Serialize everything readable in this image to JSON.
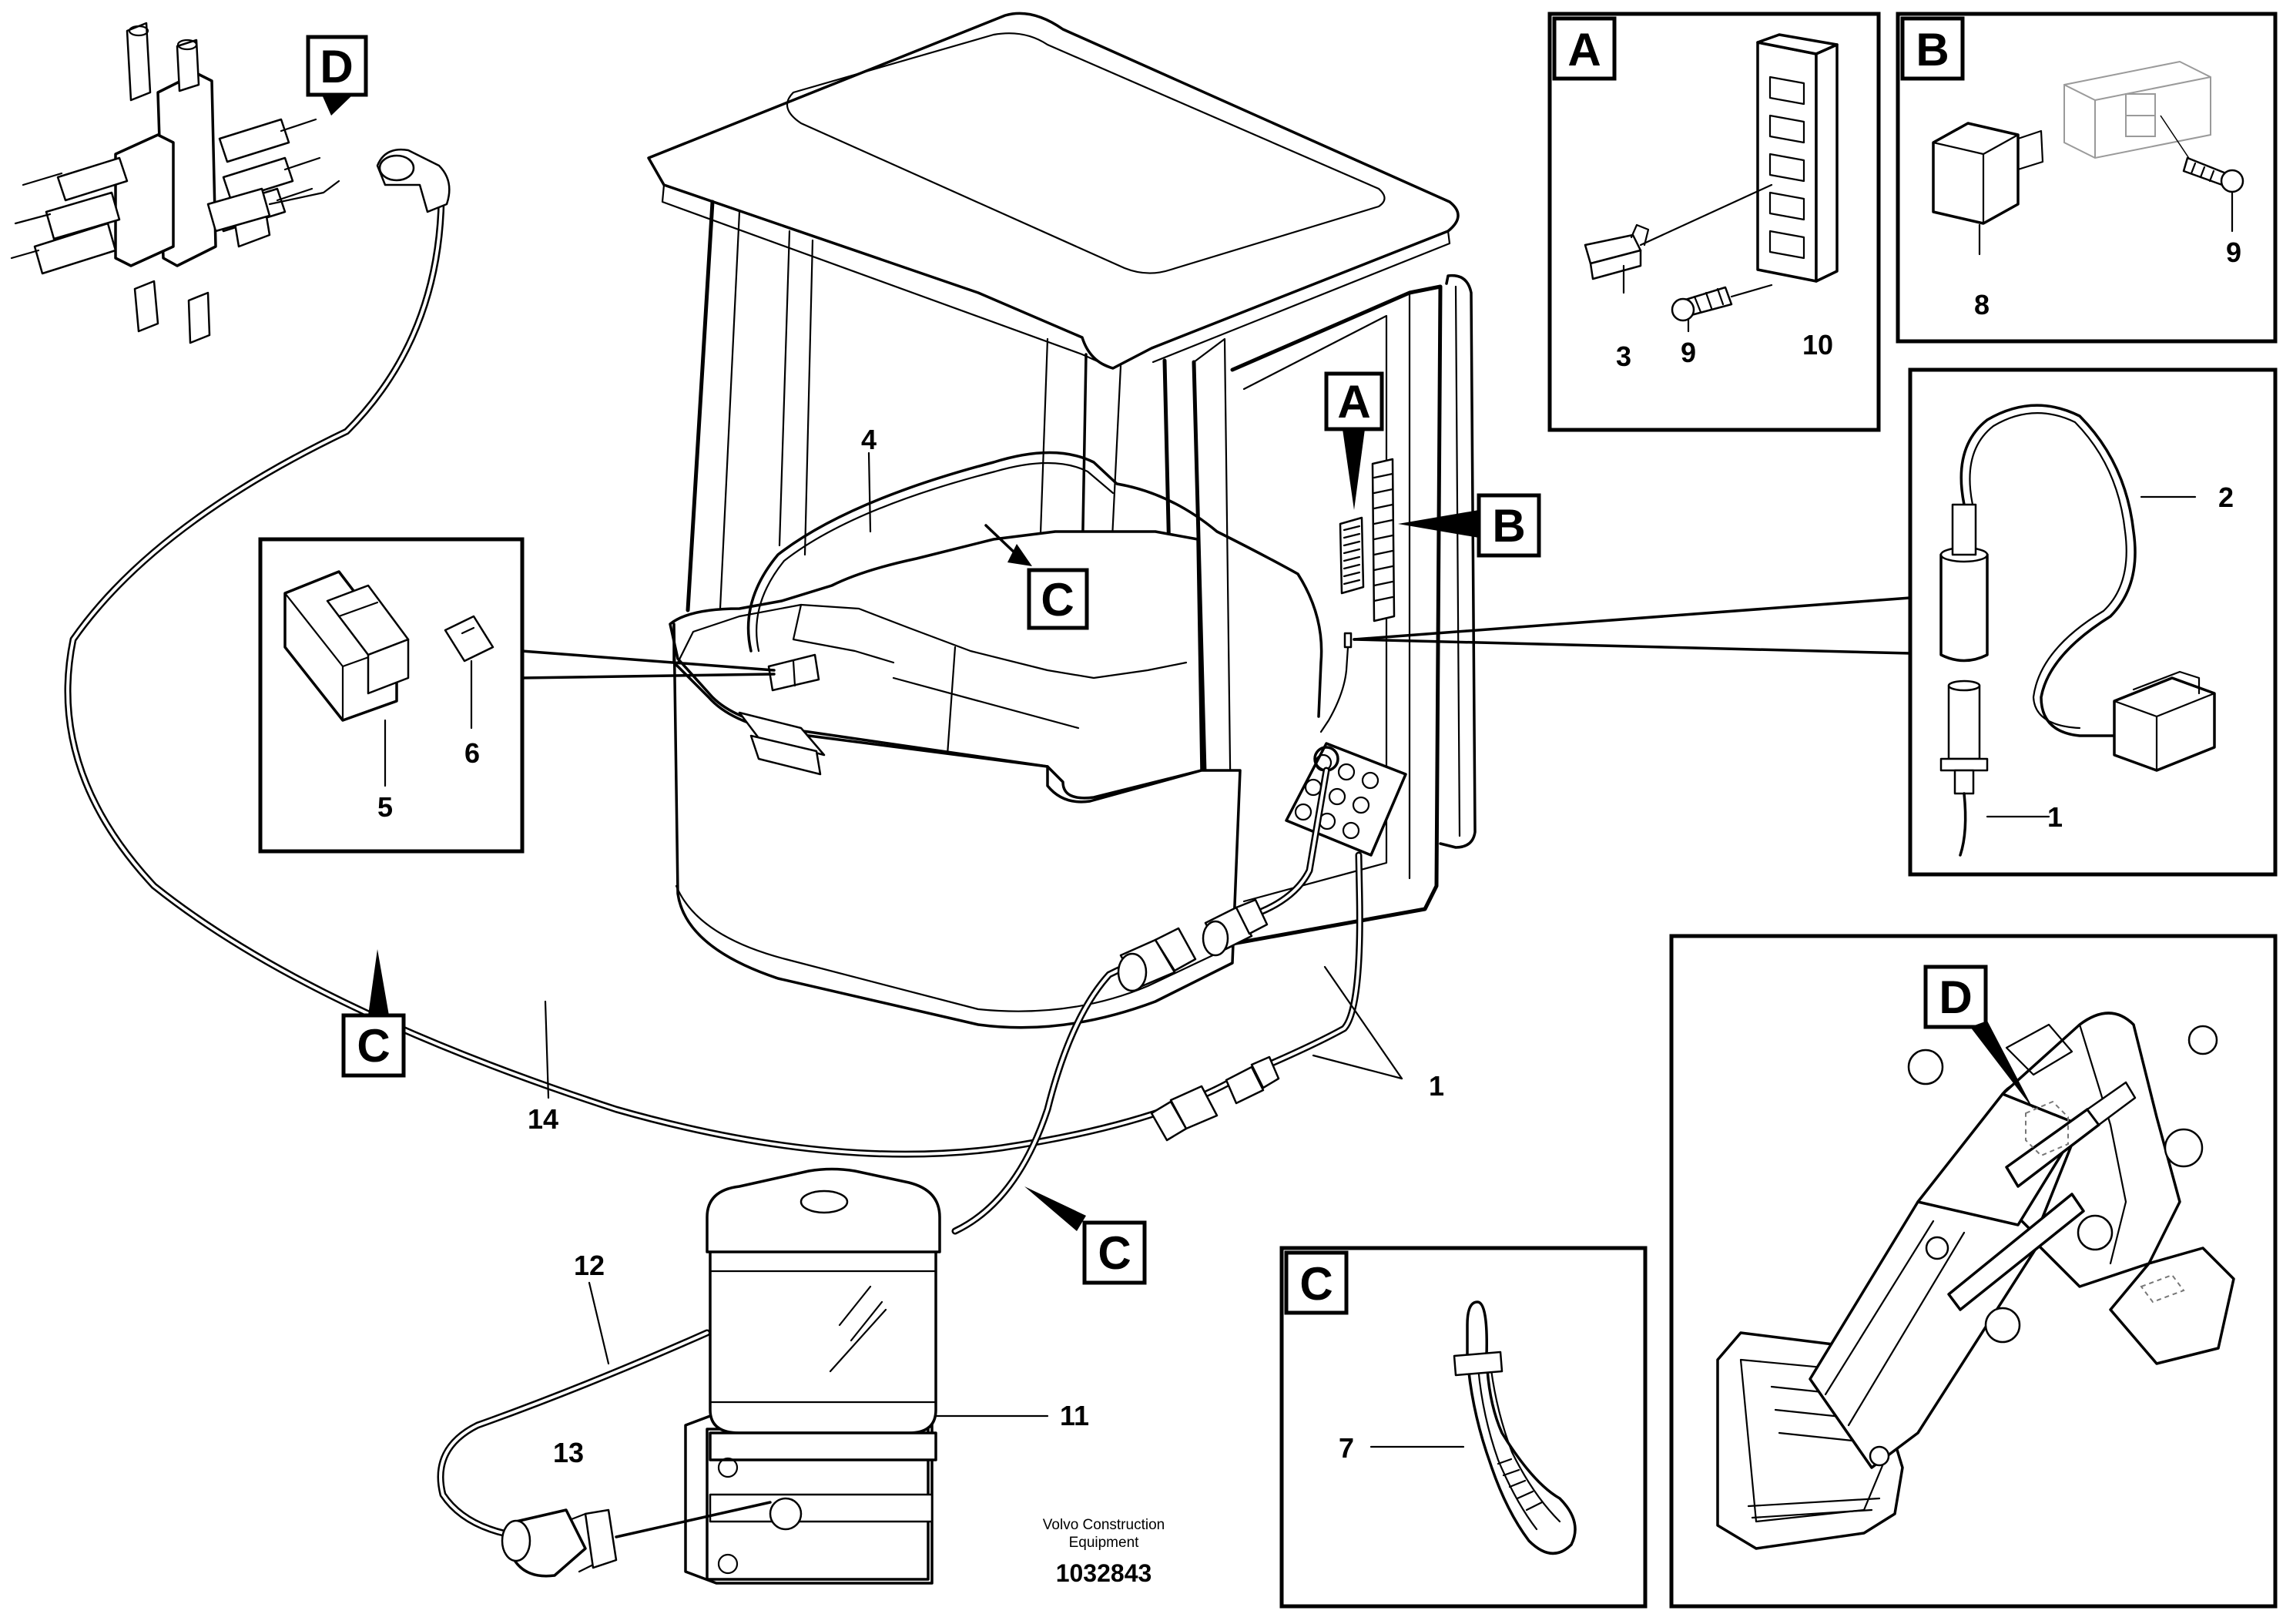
{
  "callout_letters": {
    "A": "A",
    "B": "B",
    "C": "C",
    "D": "D"
  },
  "part_numbers": {
    "p1": "1",
    "p2": "2",
    "p3": "3",
    "p4": "4",
    "p5": "5",
    "p6": "6",
    "p7": "7",
    "p8": "8",
    "p9": "9",
    "p10": "10",
    "p11": "11",
    "p12": "12",
    "p13": "13",
    "p14": "14"
  },
  "footer": {
    "company_line1": "Volvo Construction",
    "company_line2": "Equipment",
    "drawing_number": "1032843"
  }
}
